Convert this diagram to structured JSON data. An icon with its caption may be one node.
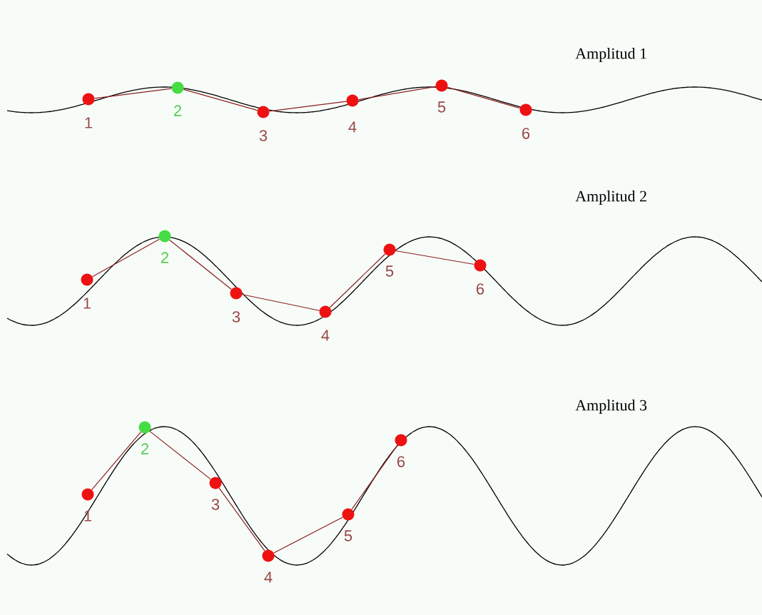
{
  "diagram": {
    "nodes": [
      {
        "text": [],
        "shape": "circle",
        "beside": [
          "1"
        ]
      },
      {
        "text": [],
        "shape": "circle",
        "beside": [
          "2"
        ]
      },
      {
        "text": [],
        "shape": "circle",
        "beside": [
          "3"
        ]
      },
      {
        "text": [],
        "shape": "circle",
        "beside": [
          "4"
        ]
      },
      {
        "text": [],
        "shape": "circle",
        "beside": [
          "5"
        ]
      },
      {
        "text": [],
        "shape": "circle",
        "beside": [
          "6"
        ]
      },
      {
        "text": [],
        "shape": "circle",
        "beside": [
          "1"
        ]
      },
      {
        "text": [],
        "shape": "circle",
        "beside": [
          "2"
        ]
      },
      {
        "text": [],
        "shape": "circle",
        "beside": [
          "3"
        ]
      },
      {
        "text": [],
        "shape": "circle",
        "beside": [
          "4"
        ]
      },
      {
        "text": [],
        "shape": "circle",
        "beside": [
          "5"
        ]
      },
      {
        "text": [],
        "shape": "circle",
        "beside": [
          "6"
        ]
      },
      {
        "text": [],
        "shape": "circle",
        "beside": [
          "1"
        ]
      },
      {
        "text": [],
        "shape": "circle",
        "beside": [
          "2"
        ]
      },
      {
        "text": [],
        "shape": "circle",
        "beside": [
          "3"
        ]
      },
      {
        "text": [],
        "shape": "circle",
        "beside": [
          "4"
        ]
      },
      {
        "text": [],
        "shape": "circle",
        "beside": [
          "5"
        ]
      },
      {
        "text": [],
        "shape": "circle",
        "beside": [
          "6"
        ]
      }
    ],
    "edges": [
      {
        "from": 0,
        "to": 1,
        "arrow": "none"
      },
      {
        "from": 1,
        "to": 2,
        "arrow": "none"
      },
      {
        "from": 2,
        "to": 3,
        "arrow": "none"
      },
      {
        "from": 3,
        "to": 4,
        "arrow": "none"
      },
      {
        "from": 4,
        "to": 5,
        "arrow": "none"
      },
      {
        "from": 6,
        "to": 7,
        "arrow": "none"
      },
      {
        "from": 7,
        "to": 8,
        "arrow": "none"
      },
      {
        "from": 8,
        "to": 9,
        "arrow": "none"
      },
      {
        "from": 9,
        "to": 10,
        "arrow": "none"
      },
      {
        "from": 10,
        "to": 11,
        "arrow": "none"
      },
      {
        "from": 12,
        "to": 13,
        "arrow": "none"
      },
      {
        "from": 13,
        "to": 14,
        "arrow": "none"
      },
      {
        "from": 14,
        "to": 15,
        "arrow": "none"
      },
      {
        "from": 15,
        "to": 16,
        "arrow": "none"
      },
      {
        "from": 16,
        "to": 17,
        "arrow": "none"
      }
    ],
    "labels": [
      "Amplitud 1",
      "Amplitud 2",
      "Amplitud 3"
    ]
  }
}
